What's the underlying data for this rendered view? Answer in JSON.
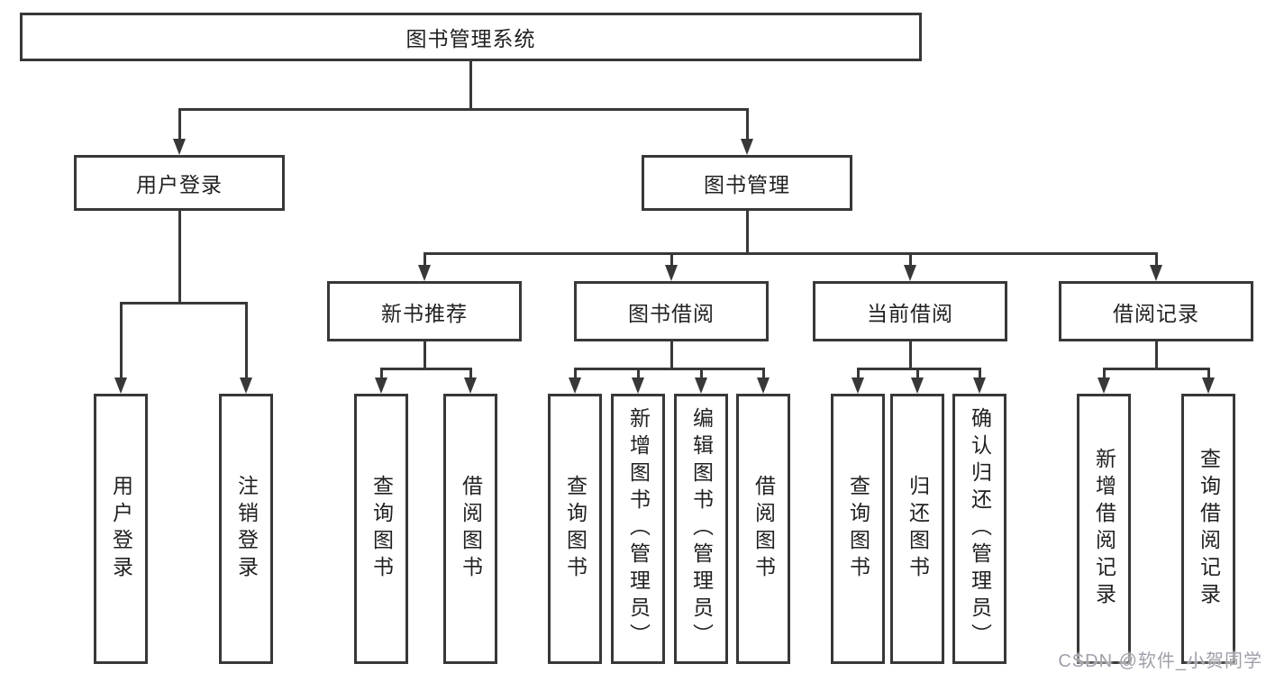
{
  "tree": {
    "root": {
      "label": "图书管理系统",
      "children": [
        {
          "label": "用户登录",
          "children": [
            {
              "label": "用户登录"
            },
            {
              "label": "注销登录"
            }
          ]
        },
        {
          "label": "图书管理",
          "children": [
            {
              "label": "新书推荐",
              "children": [
                {
                  "label": "查询图书"
                },
                {
                  "label": "借阅图书"
                }
              ]
            },
            {
              "label": "图书借阅",
              "children": [
                {
                  "label": "查询图书"
                },
                {
                  "label": "新增图书（管理员）"
                },
                {
                  "label": "编辑图书（管理员）"
                },
                {
                  "label": "借阅图书"
                }
              ]
            },
            {
              "label": "当前借阅",
              "children": [
                {
                  "label": "查询图书"
                },
                {
                  "label": "归还图书"
                },
                {
                  "label": "确认归还（管理员）"
                }
              ]
            },
            {
              "label": "借阅记录",
              "children": [
                {
                  "label": "新增借阅记录"
                },
                {
                  "label": "查询借阅记录"
                }
              ]
            }
          ]
        }
      ]
    }
  },
  "watermark": {
    "text": "CSDN @软件_小贺同学",
    "color": "#9fa0aa"
  },
  "colors": {
    "line": "#383838",
    "box_border": "#383838",
    "text": "#212121",
    "background": "#ffffff"
  }
}
